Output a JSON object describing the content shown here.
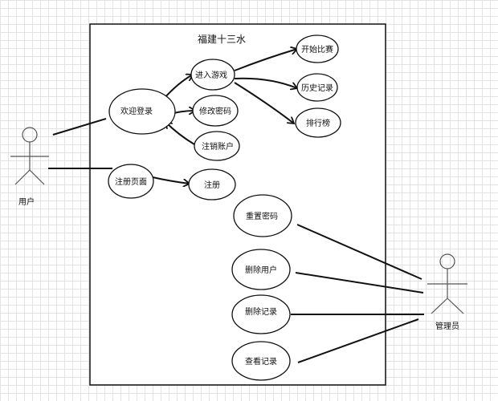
{
  "diagram": {
    "system_title": "福建十三水",
    "actors": {
      "user": "用户",
      "admin": "管理员"
    },
    "use_cases": {
      "welcome_login": "欢迎登录",
      "enter_game": "进入游戏",
      "change_password": "修改密码",
      "cancel_account": "注销账户",
      "register_page": "注册页面",
      "register": "注册",
      "start_match": "开始比赛",
      "history": "历史记录",
      "leaderboard": "排行榜",
      "reset_password": "重置密码",
      "delete_user": "删除用户",
      "delete_record": "删除记录",
      "view_record": "查看记录"
    }
  }
}
